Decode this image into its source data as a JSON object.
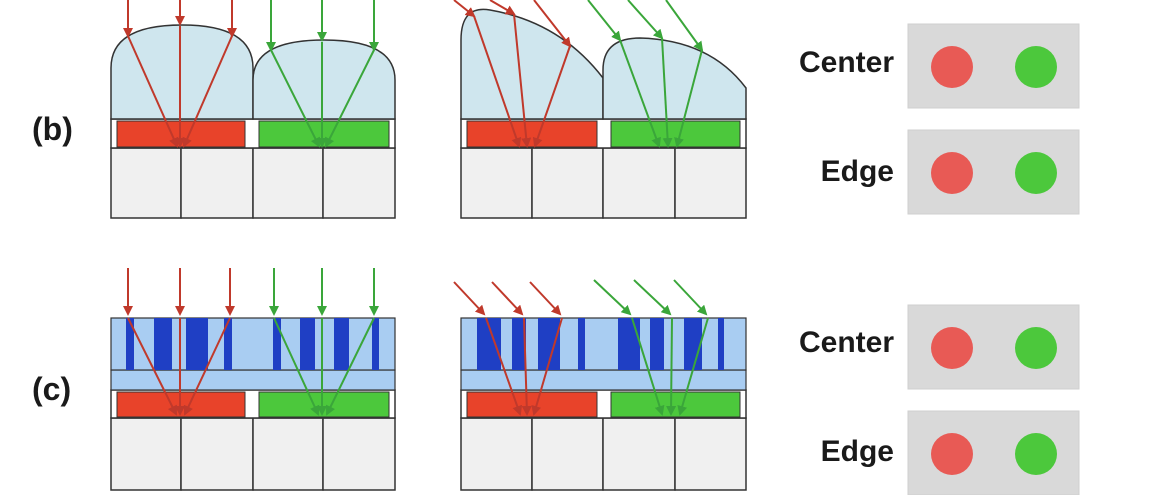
{
  "colors": {
    "red_ray": "#c0392b",
    "green_ray": "#3aa63a",
    "red_filter": "#e8432a",
    "green_filter": "#4cc83c",
    "lens": "#cfe6ee",
    "lens_stroke": "#333333",
    "meta_light": "#a9cdf2",
    "meta_dark": "#1f3fc4",
    "pixel": "#f0f0f0",
    "panel": "#d9d9d9",
    "red_dot": "#e85a55",
    "green_dot": "#4cc83c"
  },
  "rows": [
    {
      "id": "b",
      "label": "(b)",
      "element": "microlens",
      "samples": [
        {
          "label": "Center",
          "dots": [
            "red",
            "green"
          ]
        },
        {
          "label": "Edge",
          "dots": [
            "red",
            "green"
          ]
        }
      ]
    },
    {
      "id": "c",
      "label": "(c)",
      "element": "metasurface",
      "samples": [
        {
          "label": "Center",
          "dots": [
            "red",
            "green"
          ]
        },
        {
          "label": "Edge",
          "dots": [
            "red",
            "green"
          ]
        }
      ]
    }
  ]
}
